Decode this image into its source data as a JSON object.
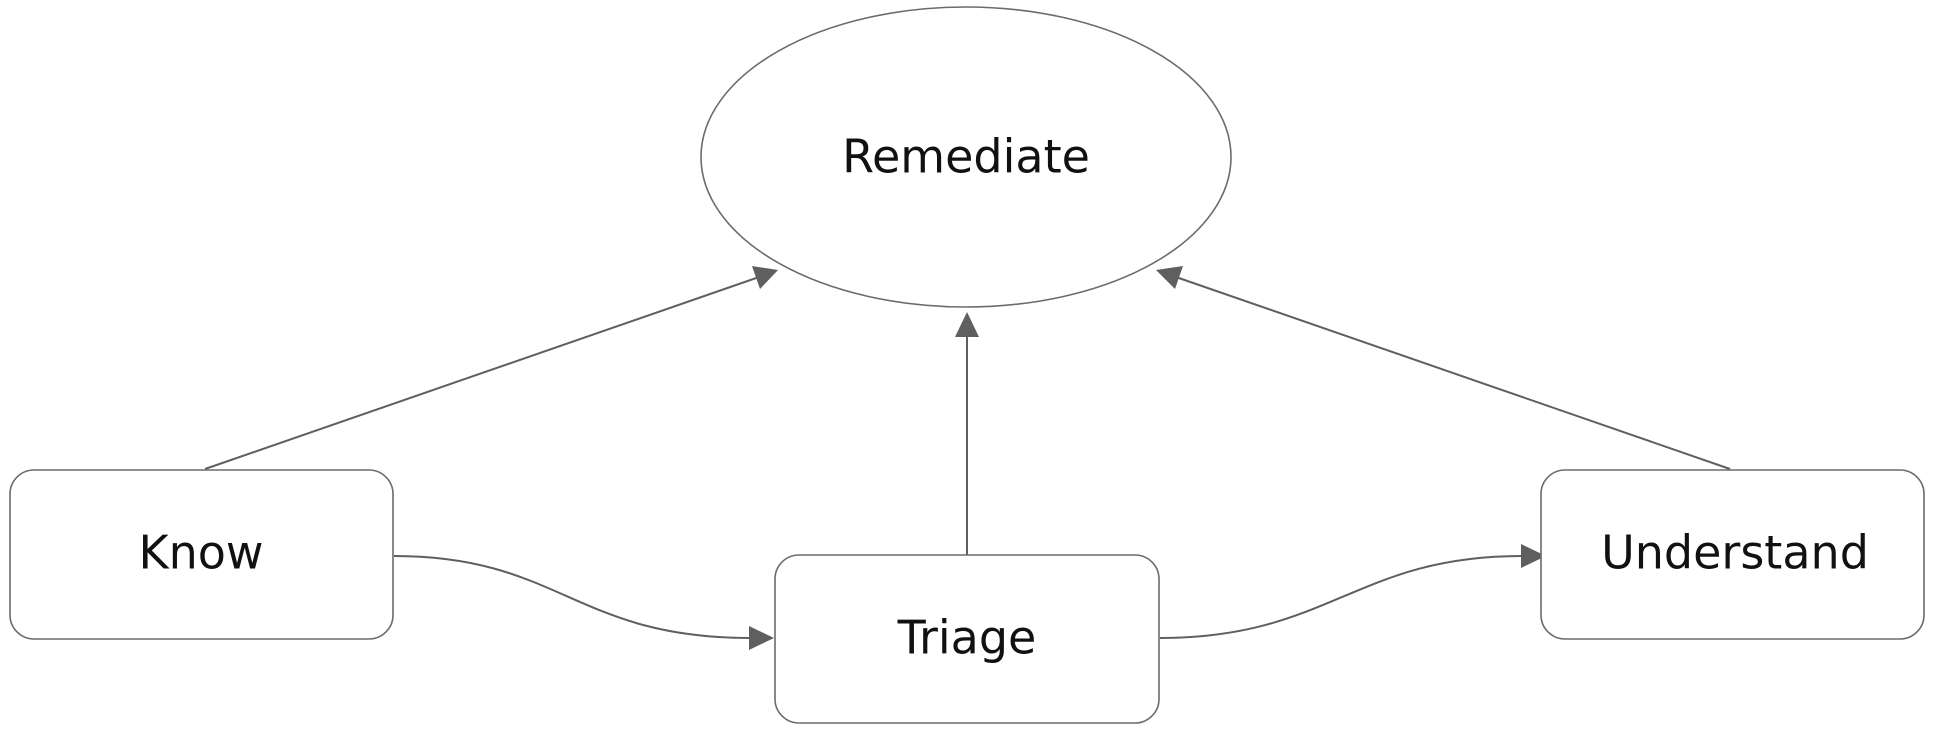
{
  "nodes": {
    "remediate": {
      "label": "Remediate",
      "shape": "ellipse"
    },
    "know": {
      "label": "Know",
      "shape": "rounded-rect"
    },
    "triage": {
      "label": "Triage",
      "shape": "rounded-rect"
    },
    "understand": {
      "label": "Understand",
      "shape": "rounded-rect"
    }
  },
  "edges": [
    {
      "from": "know",
      "to": "remediate"
    },
    {
      "from": "triage",
      "to": "remediate"
    },
    {
      "from": "understand",
      "to": "remediate"
    },
    {
      "from": "know",
      "to": "triage"
    },
    {
      "from": "triage",
      "to": "understand"
    }
  ],
  "colors": {
    "stroke": "#6b6b6b",
    "arrow": "#5f5f5f",
    "text": "#111111",
    "background": "#ffffff"
  }
}
